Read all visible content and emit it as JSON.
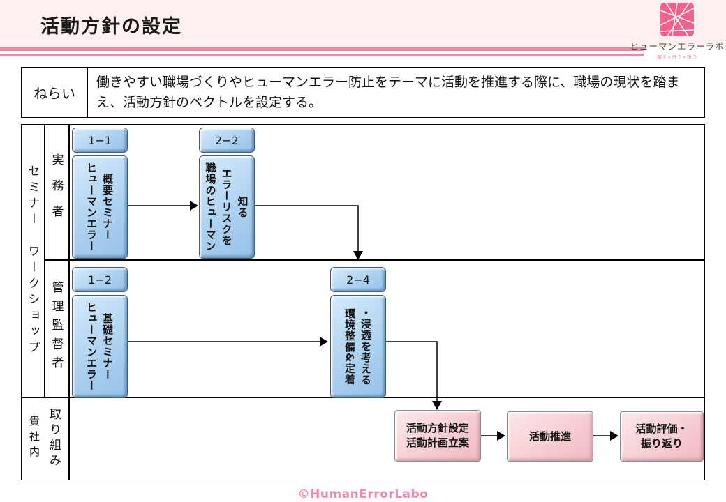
{
  "header": {
    "title": "活動方針の設定",
    "logo": {
      "name": "ヒューマンエラーラボ",
      "tagline": "知る×行う×想う"
    }
  },
  "aim": {
    "label": "ねらい",
    "text": "働きやすい職場づくりやヒューマンエラー防止をテーマに活動を推進する際に、職場の現状を踏まえ、活動方針のベクトルを設定する。"
  },
  "diagram": {
    "lanes": {
      "outer_top": "セミナー　ワークショップ",
      "row1": "実務者",
      "row2": "管理監督者",
      "bottom_outer": "貴社内",
      "bottom_inner": "取り組み"
    },
    "boxes": [
      {
        "id": "1−1",
        "lines": [
          "ヒューマンエラー",
          "概要セミナー"
        ]
      },
      {
        "id": "2−2",
        "lines": [
          "職場のヒューマン",
          "エラーリスクを",
          "知る"
        ]
      },
      {
        "id": "1−2",
        "lines": [
          "ヒューマンエラー",
          "基礎セミナー"
        ]
      },
      {
        "id": "2−4",
        "lines": [
          "環境整備&定着",
          "・浸透を考える"
        ]
      }
    ],
    "process": [
      {
        "lines": [
          "活動方針設定",
          "活動計画立案"
        ]
      },
      {
        "lines": [
          "活動推進",
          ""
        ]
      },
      {
        "lines": [
          "活動評価・",
          "振り返り"
        ]
      }
    ]
  },
  "footer": {
    "copyright": "©HumanErrorLabo"
  },
  "colors": {
    "header_bg": "#fdf0ee",
    "stripe_pink": "#e98b9f",
    "logo_pink": "#f0628d",
    "box_blue": "#aed2f0",
    "box_blue_border": "#3d5c7e",
    "box_pink": "#f6ced3",
    "footer_pink": "#f28aa9",
    "line_black": "#000000"
  }
}
